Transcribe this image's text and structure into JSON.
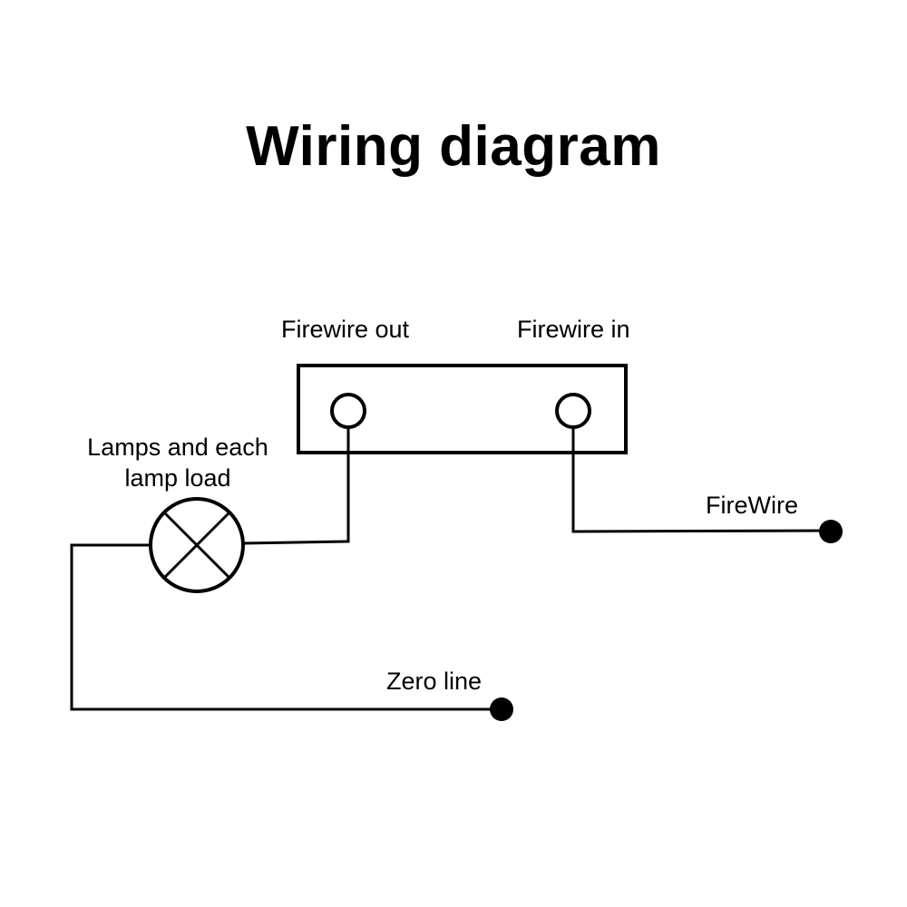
{
  "title": "Wiring diagram",
  "labels": {
    "firewire_out": "Firewire out",
    "firewire_in": "Firewire in",
    "lamps_line1": "Lamps and each",
    "lamps_line2": "lamp load",
    "firewire": "FireWire",
    "zero_line": "Zero line"
  },
  "colors": {
    "line": "#000000",
    "background": "#ffffff"
  }
}
